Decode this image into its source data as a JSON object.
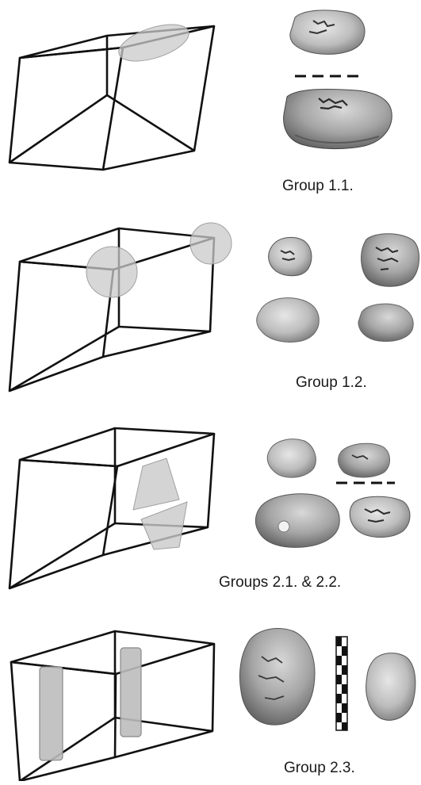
{
  "groups": [
    {
      "id": "1.1",
      "caption": "Group 1.1."
    },
    {
      "id": "1.2",
      "caption": "Group 1.2."
    },
    {
      "id": "2.1-2.2",
      "caption": "Groups 2.1. & 2.2."
    },
    {
      "id": "2.3",
      "caption": "Group 2.3."
    }
  ],
  "colors": {
    "edge": "#111111",
    "highlight_fill": "#c9c9c9",
    "highlight_stroke": "#9a9a9a",
    "stone_light": "#dcdcdc",
    "stone_mid": "#a9a9a9",
    "stone_dark": "#3a3a3a"
  }
}
